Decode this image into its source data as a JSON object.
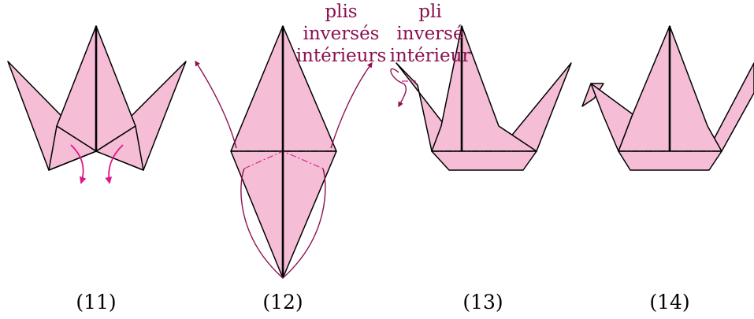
{
  "colors": {
    "paper": "#f5bdd6",
    "outline": "#000000",
    "accent_magenta": "#e0158a",
    "accent_purple": "#8c1050"
  },
  "annotations": {
    "plural": [
      "plis",
      "inversés",
      "intérieurs"
    ],
    "singular": [
      "pli",
      "inversé",
      "intérieur"
    ]
  },
  "steps": [
    "(11)",
    "(12)",
    "(13)",
    "(14)"
  ]
}
